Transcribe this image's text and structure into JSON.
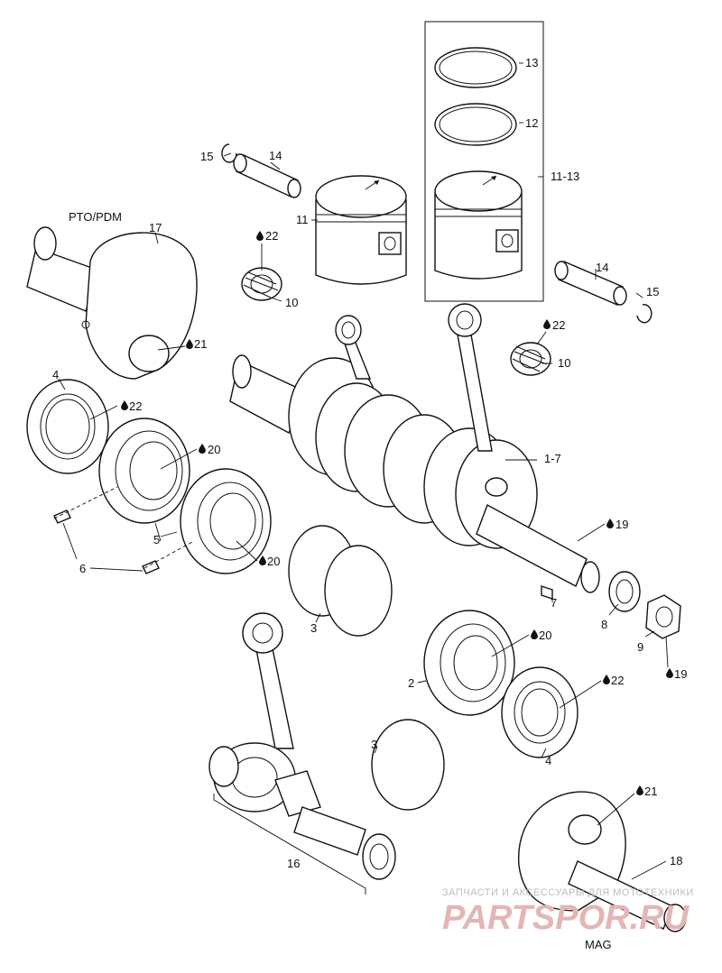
{
  "section_labels": {
    "pto": "PTO/PDM",
    "mag": "MAG"
  },
  "callouts": {
    "c13": "13",
    "c12": "12",
    "c11_13": "11-13",
    "c15a": "15",
    "c14a": "14",
    "c11": "11",
    "c17": "17",
    "c22a": "22",
    "c10a": "10",
    "c21a": "21",
    "c14b": "14",
    "c15b": "15",
    "c22b": "22",
    "c10b": "10",
    "c4a": "4",
    "c22c": "22",
    "c20a": "20",
    "c1_7": "1-7",
    "c5": "5",
    "c20b": "20",
    "c6": "6",
    "c19a": "19",
    "c7": "7",
    "c8": "8",
    "c9": "9",
    "c19b": "19",
    "c3a": "3",
    "c20c": "20",
    "c2": "2",
    "c22d": "22",
    "c4b": "4",
    "c3b": "3",
    "c16": "16",
    "c21b": "21",
    "c18": "18"
  },
  "watermark": {
    "tagline": "ЗАПЧАСТИ И АКСЕССУАРЫ ДЛЯ МОТОТЕХНИКИ",
    "brand": "PARTSPOR.RU"
  }
}
